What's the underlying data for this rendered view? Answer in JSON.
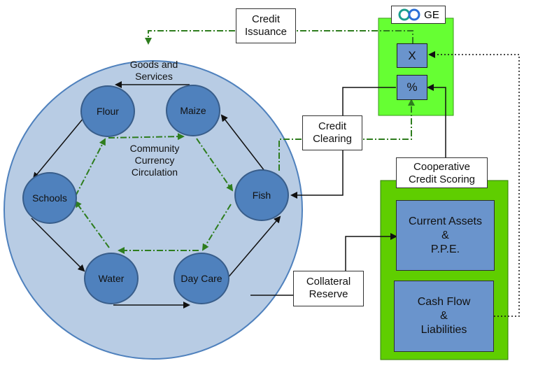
{
  "ge_label": "GE",
  "circle_title": "Goods and Services",
  "center_label": "Community Currency Circulation",
  "nodes": {
    "flour": "Flour",
    "maize": "Maize",
    "schools": "Schools",
    "fish": "Fish",
    "water": "Water",
    "daycare": "Day Care"
  },
  "ge_boxes": {
    "x": "X",
    "percent": "%"
  },
  "callouts": {
    "credit_issuance_1": "Credit",
    "credit_issuance_2": "Issuance",
    "credit_clearing_1": "Credit",
    "credit_clearing_2": "Clearing",
    "coop_1": "Cooperative",
    "coop_2": "Credit Scoring",
    "collateral_1": "Collateral",
    "collateral_2": "Reserve"
  },
  "assets": {
    "current_1": "Current Assets",
    "current_2": "&",
    "current_3": "P.P.E.",
    "cash_1": "Cash Flow",
    "cash_2": "&",
    "cash_3": "Liabilities"
  },
  "colors": {
    "circle_fill": "#b8cce4",
    "node_fill": "#4f81bd",
    "green_panel": "#66ff33",
    "green_dark_panel": "#5fce00",
    "blue_box": "#6a94cc",
    "dash_green": "#2e7d1e"
  }
}
